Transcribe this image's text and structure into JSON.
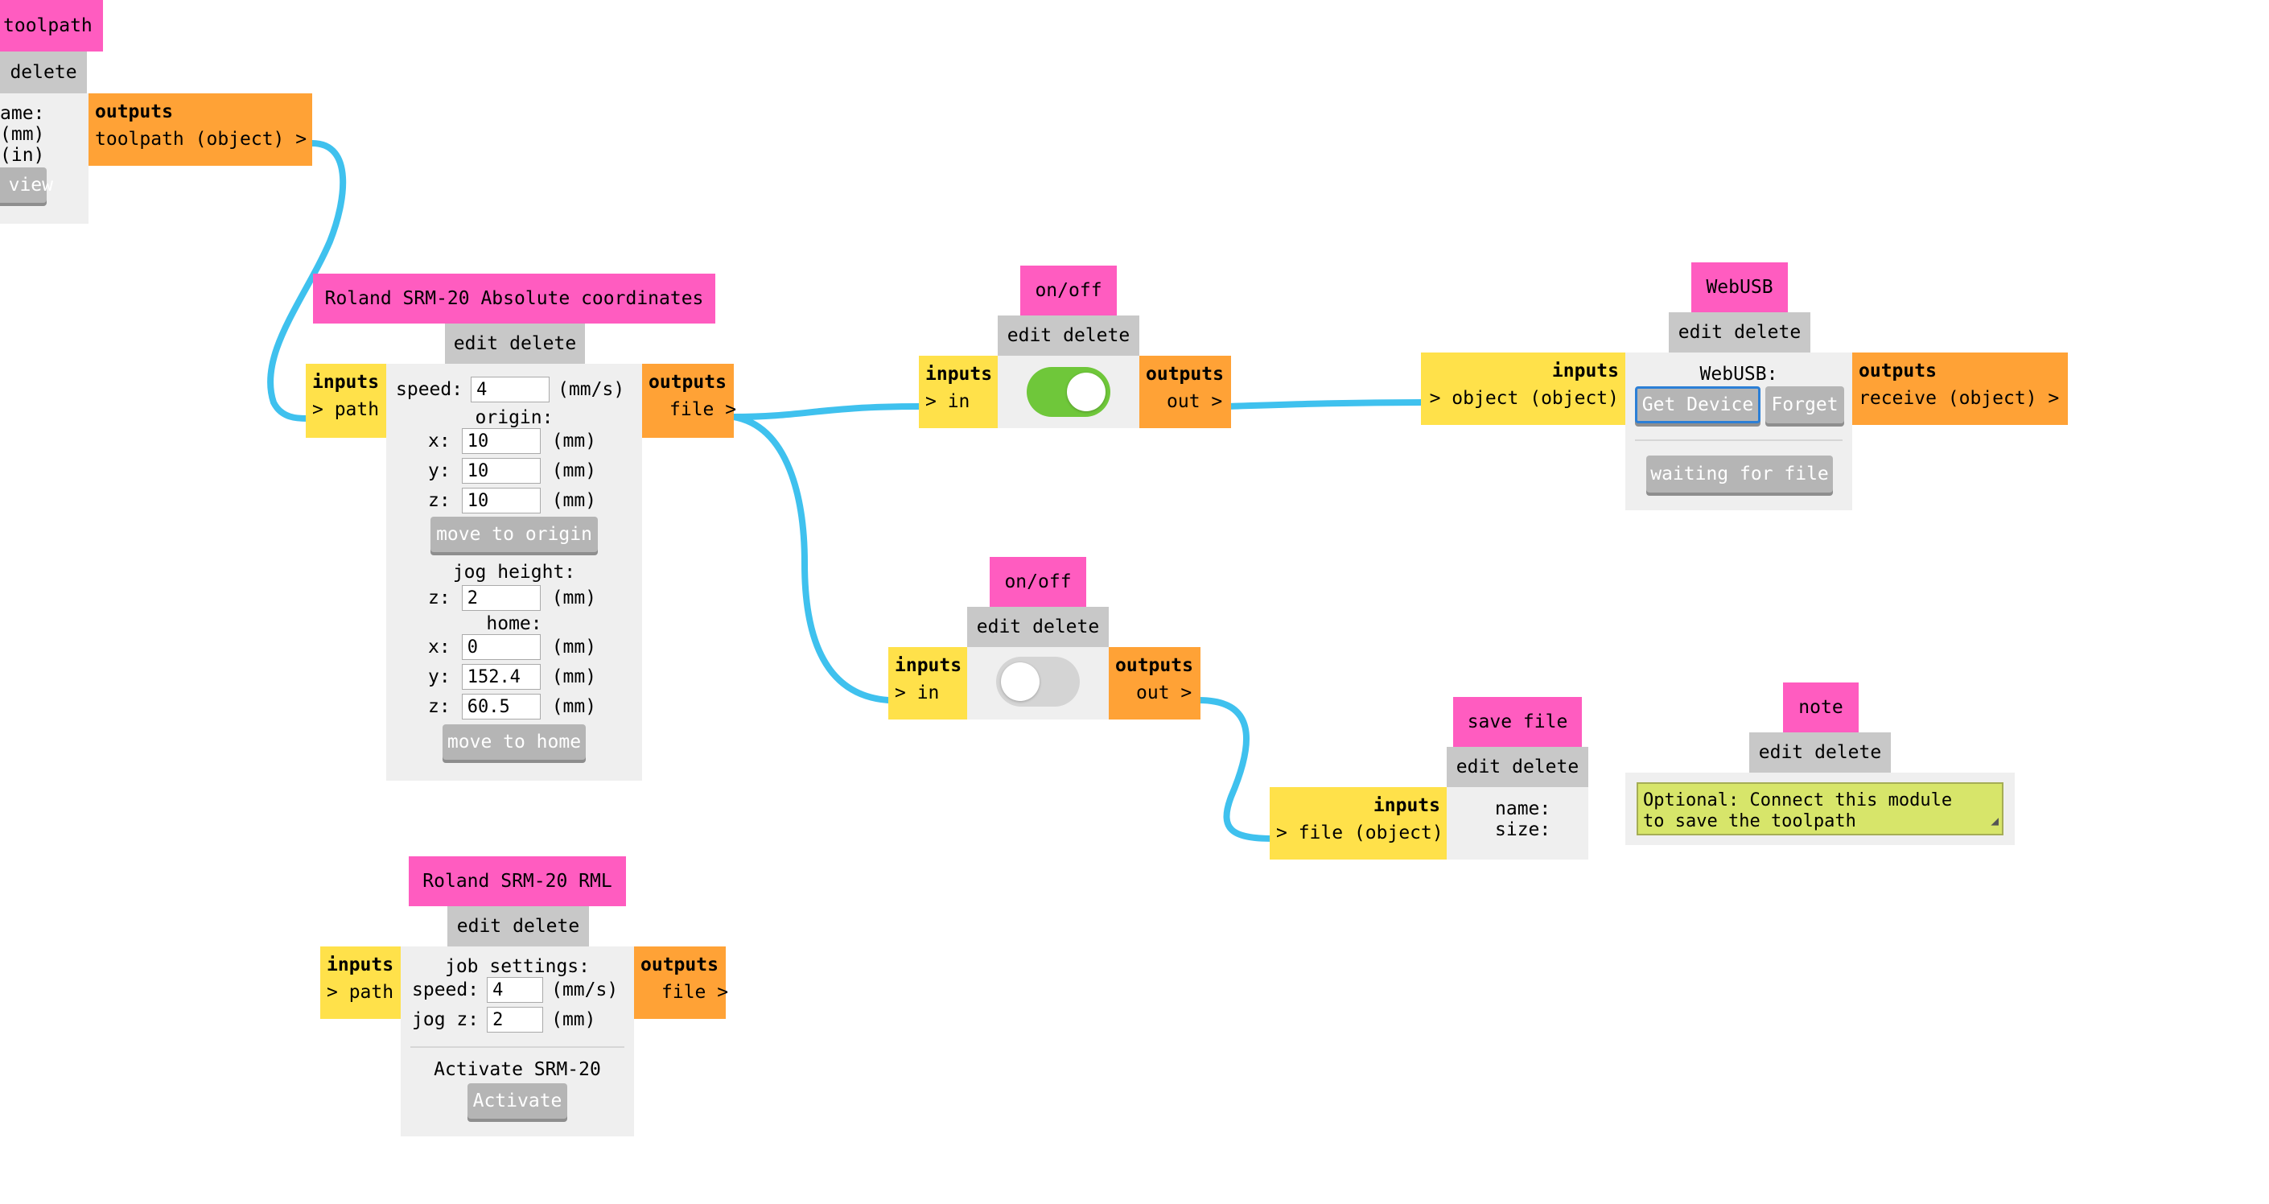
{
  "modules": {
    "toolpath": {
      "title": "toolpath",
      "controls": "delete",
      "outputs": {
        "header": "outputs",
        "ports": [
          "toolpath (object) >"
        ]
      },
      "lines": [
        "ame:",
        "(mm)",
        "(in)"
      ],
      "view_button": "view"
    },
    "roland_abs": {
      "title": "Roland SRM-20 Absolute coordinates",
      "edit": "edit",
      "delete": "delete",
      "inputs": {
        "header": "inputs",
        "ports": [
          "> path"
        ]
      },
      "outputs": {
        "header": "outputs",
        "ports": [
          "file >"
        ]
      },
      "speed": {
        "label": "speed:",
        "value": "4",
        "unit": "(mm/s)"
      },
      "origin": {
        "label": "origin:",
        "x": "10",
        "y": "10",
        "z": "10",
        "unit": "(mm)"
      },
      "move_origin_button": "move to origin",
      "jog": {
        "label": "jog height:",
        "z": "2",
        "unit": "(mm)"
      },
      "home": {
        "label": "home:",
        "x": "0",
        "y": "152.4",
        "z": "60.5",
        "unit": "(mm)"
      },
      "move_home_button": "move to home",
      "axis_labels": {
        "x": "x:",
        "y": "y:",
        "z": "z:"
      }
    },
    "onoff_1": {
      "title": "on/off",
      "edit": "edit",
      "delete": "delete",
      "inputs": {
        "header": "inputs",
        "ports": [
          "> in"
        ]
      },
      "outputs": {
        "header": "outputs",
        "ports": [
          "out >"
        ]
      },
      "state": "on"
    },
    "onoff_2": {
      "title": "on/off",
      "edit": "edit",
      "delete": "delete",
      "inputs": {
        "header": "inputs",
        "ports": [
          "> in"
        ]
      },
      "outputs": {
        "header": "outputs",
        "ports": [
          "out >"
        ]
      },
      "state": "off"
    },
    "webusb": {
      "title": "WebUSB",
      "edit": "edit",
      "delete": "delete",
      "inputs": {
        "header": "inputs",
        "ports": [
          "> object (object)"
        ]
      },
      "outputs": {
        "header": "outputs",
        "ports": [
          "receive (object) >"
        ]
      },
      "label": "WebUSB:",
      "get_device_button": "Get Device",
      "forget_button": "Forget",
      "status_button": "waiting for file"
    },
    "save_file": {
      "title": "save file",
      "edit": "edit",
      "delete": "delete",
      "inputs": {
        "header": "inputs",
        "ports": [
          "> file (object)"
        ]
      },
      "name_label": "name:",
      "size_label": "size:"
    },
    "note": {
      "title": "note",
      "edit": "edit",
      "delete": "delete",
      "text": "Optional: Connect this module\nto save the toolpath"
    },
    "roland_rml": {
      "title": "Roland SRM-20 RML",
      "edit": "edit",
      "delete": "delete",
      "inputs": {
        "header": "inputs",
        "ports": [
          "> path"
        ]
      },
      "outputs": {
        "header": "outputs",
        "ports": [
          "file >"
        ]
      },
      "job_label": "job settings:",
      "speed": {
        "label": "speed:",
        "value": "4",
        "unit": "(mm/s)"
      },
      "jogz": {
        "label": "jog z:",
        "value": "2",
        "unit": "(mm)"
      },
      "activate_label": "Activate SRM-20",
      "activate_button": "Activate"
    }
  },
  "colors": {
    "title": "#ff5cc0",
    "controls": "#c8c8c8",
    "inputs": "#ffe14a",
    "outputs": "#ffa236",
    "body": "#efefef",
    "wire": "#3fc1ee",
    "toggle_on": "#6fc73a",
    "toggle_off": "#d4d4d4",
    "note": "#d7e56a"
  }
}
